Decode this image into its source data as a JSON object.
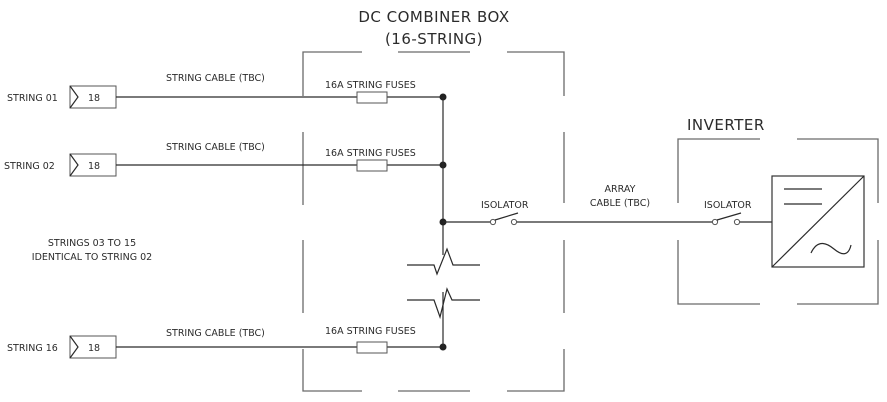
{
  "combiner_box": {
    "title_line1": "DC COMBINER BOX",
    "title_line2": "(16-STRING)"
  },
  "strings": [
    {
      "label": "STRING 01",
      "module_count": "18",
      "cable_label": "STRING CABLE (TBC)",
      "fuse_label": "16A STRING FUSES"
    },
    {
      "label": "STRING 02",
      "module_count": "18",
      "cable_label": "STRING CABLE (TBC)",
      "fuse_label": "16A STRING FUSES"
    },
    {
      "label": "STRING 16",
      "module_count": "18",
      "cable_label": "STRING CABLE (TBC)",
      "fuse_label": "16A STRING FUSES"
    }
  ],
  "note": {
    "line1": "STRINGS 03 TO 15",
    "line2": "IDENTICAL TO STRING 02"
  },
  "combiner_isolator_label": "ISOLATOR",
  "array_cable": {
    "line1": "ARRAY",
    "line2": "CABLE (TBC)"
  },
  "inverter": {
    "title": "INVERTER",
    "isolator_label": "ISOLATOR"
  }
}
